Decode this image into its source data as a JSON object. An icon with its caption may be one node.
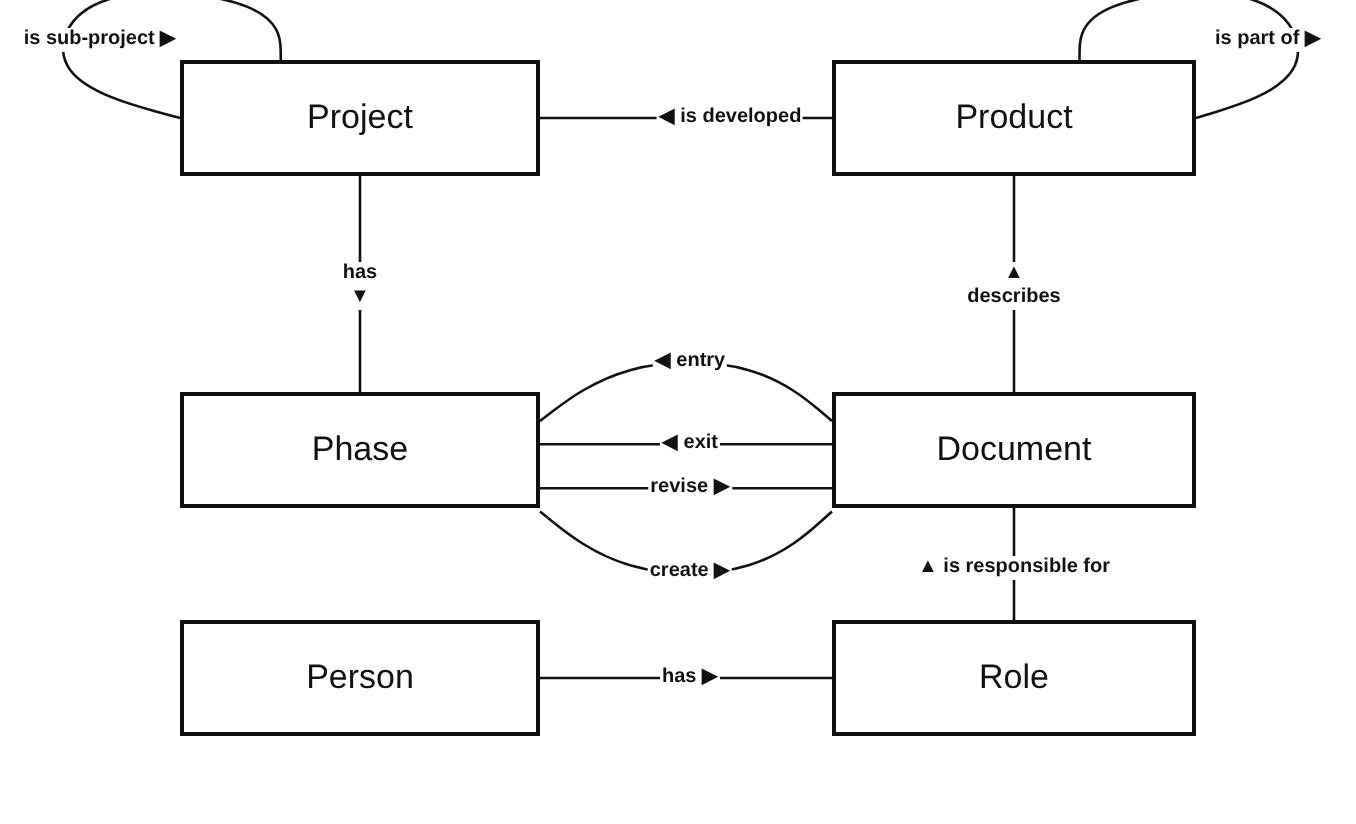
{
  "diagram": {
    "nodes": [
      {
        "text": [
          "Project"
        ]
      },
      {
        "text": [
          "Product"
        ]
      },
      {
        "text": [
          "Phase"
        ]
      },
      {
        "text": [
          "Document"
        ]
      },
      {
        "text": [
          "Person"
        ]
      },
      {
        "text": [
          "Role"
        ]
      }
    ],
    "edges": [
      {
        "from": 0,
        "to": 0,
        "arrow": "none",
        "label": "is sub-project ▶"
      },
      {
        "from": 1,
        "to": 1,
        "arrow": "none",
        "label": "is part of ▶"
      },
      {
        "from": 0,
        "to": 1,
        "arrow": "none",
        "label": "◀ is developed"
      },
      {
        "from": 0,
        "to": 2,
        "arrow": "none",
        "label": "has ▼"
      },
      {
        "from": 3,
        "to": 1,
        "arrow": "none",
        "label": "▲ describes"
      },
      {
        "from": 2,
        "to": 3,
        "arrow": "none",
        "label": "◀ entry"
      },
      {
        "from": 2,
        "to": 3,
        "arrow": "none",
        "label": "◀ exit"
      },
      {
        "from": 2,
        "to": 3,
        "arrow": "none",
        "label": "revise ▶"
      },
      {
        "from": 2,
        "to": 3,
        "arrow": "none",
        "label": "create ▶"
      },
      {
        "from": 5,
        "to": 3,
        "arrow": "none",
        "label": "▲ is responsible for"
      },
      {
        "from": 4,
        "to": 5,
        "arrow": "none",
        "label": "has ▶"
      }
    ]
  }
}
